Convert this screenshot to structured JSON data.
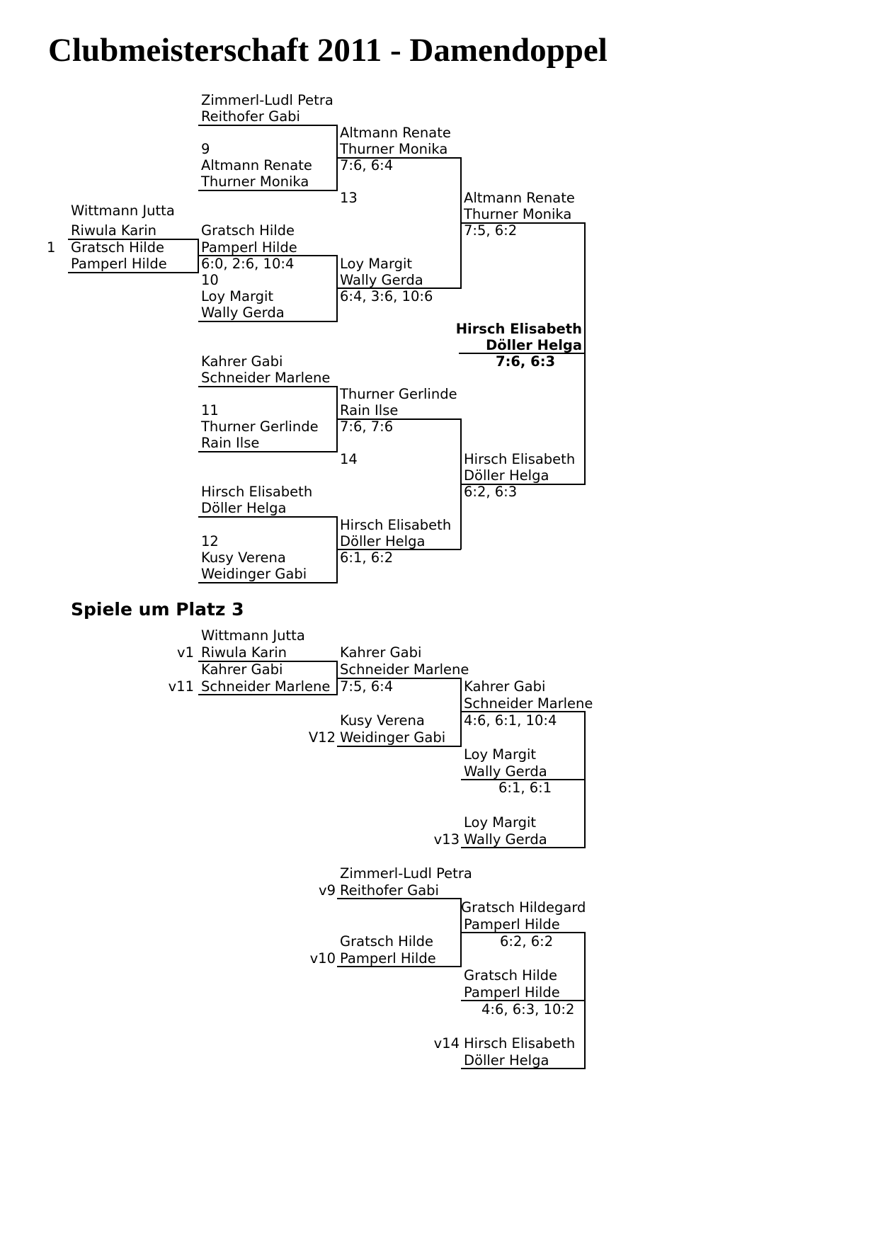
{
  "title": "Clubmeisterschaft 2011 - Damendoppel",
  "main_draw": {
    "r1_lower_bracket": {
      "seed": "1",
      "names": [
        "Wittmann Jutta",
        "Riwula Karin",
        "Gratsch Hilde",
        "Pamperl Hilde"
      ]
    },
    "round1": [
      {
        "upper": [
          "Zimmerl-Ludl Petra",
          "Reithofer Gabi"
        ],
        "match_no": "9",
        "lower": [
          "Altmann Renate",
          "Thurner Monika"
        ]
      },
      {
        "upper": [
          "Gratsch Hilde",
          "Pamperl Hilde"
        ],
        "score": "6:0, 2:6, 10:4",
        "match_no": "10",
        "lower": [
          "Loy Margit",
          "Wally Gerda"
        ]
      },
      {
        "upper": [
          "Kahrer Gabi",
          "Schneider Marlene"
        ],
        "match_no": "11",
        "lower": [
          "Thurner Gerlinde",
          "Rain Ilse"
        ]
      },
      {
        "upper": [
          "Hirsch Elisabeth",
          "Döller Helga"
        ],
        "match_no": "12",
        "lower": [
          "Kusy Verena",
          "Weidinger Gabi"
        ]
      }
    ],
    "quarterfinal": [
      {
        "names": [
          "Altmann Renate",
          "Thurner Monika"
        ],
        "score": "7:6, 6:4"
      },
      {
        "names": [
          "Loy Margit",
          "Wally Gerda"
        ],
        "score": "6:4, 3:6, 10:6"
      },
      {
        "names": [
          "Thurner Gerlinde",
          "Rain Ilse"
        ],
        "score": "7:6, 7:6"
      },
      {
        "names": [
          "Hirsch Elisabeth",
          "Döller Helga"
        ],
        "score": "6:1, 6:2"
      }
    ],
    "match_numbers": [
      "13",
      "14"
    ],
    "semifinal": [
      {
        "names": [
          "Altmann Renate",
          "Thurner Monika"
        ],
        "score": "7:5, 6:2"
      },
      {
        "names": [
          "Hirsch Elisabeth",
          "Döller Helga"
        ],
        "score": "6:2, 6:3"
      }
    ],
    "final": {
      "names": [
        "Hirsch Elisabeth",
        "Döller Helga"
      ],
      "score": "7:6, 6:3"
    }
  },
  "platz3": {
    "heading": "Spiele um Platz 3",
    "group_a": {
      "entries": [
        {
          "label": "v1",
          "names": [
            "Wittmann Jutta",
            "Riwula Karin"
          ]
        },
        {
          "label": "v11",
          "names": [
            "Kahrer Gabi",
            "Schneider Marlene"
          ]
        }
      ],
      "winner1": {
        "names": [
          "Kahrer Gabi",
          "Schneider Marlene"
        ],
        "score": "7:5, 6:4"
      },
      "v12": {
        "label": "V12",
        "names": [
          "Kusy Verena",
          "Weidinger Gabi"
        ]
      },
      "winner2": {
        "names": [
          "Kahrer Gabi",
          "Schneider Marlene"
        ],
        "score": "4:6, 6:1, 10:4"
      },
      "winner3": {
        "names": [
          "Loy Margit",
          "Wally Gerda"
        ],
        "score": "6:1, 6:1"
      },
      "v13": {
        "label": "v13",
        "names": [
          "Loy Margit",
          "Wally Gerda"
        ]
      }
    },
    "group_b": {
      "v9": {
        "label": "v9",
        "names": [
          "Zimmerl-Ludl Petra",
          "Reithofer Gabi"
        ]
      },
      "v10": {
        "label": "v10",
        "names": [
          "Gratsch Hilde",
          "Pamperl Hilde"
        ]
      },
      "winner1": {
        "names": [
          "Gratsch Hildegard",
          "Pamperl Hilde"
        ],
        "score": "6:2, 6:2"
      },
      "winner2": {
        "names": [
          "Gratsch Hilde",
          "Pamperl Hilde"
        ],
        "score": "4:6, 6:3, 10:2"
      },
      "v14": {
        "label": "v14",
        "names": [
          "Hirsch Elisabeth",
          "Döller Helga"
        ]
      }
    }
  }
}
